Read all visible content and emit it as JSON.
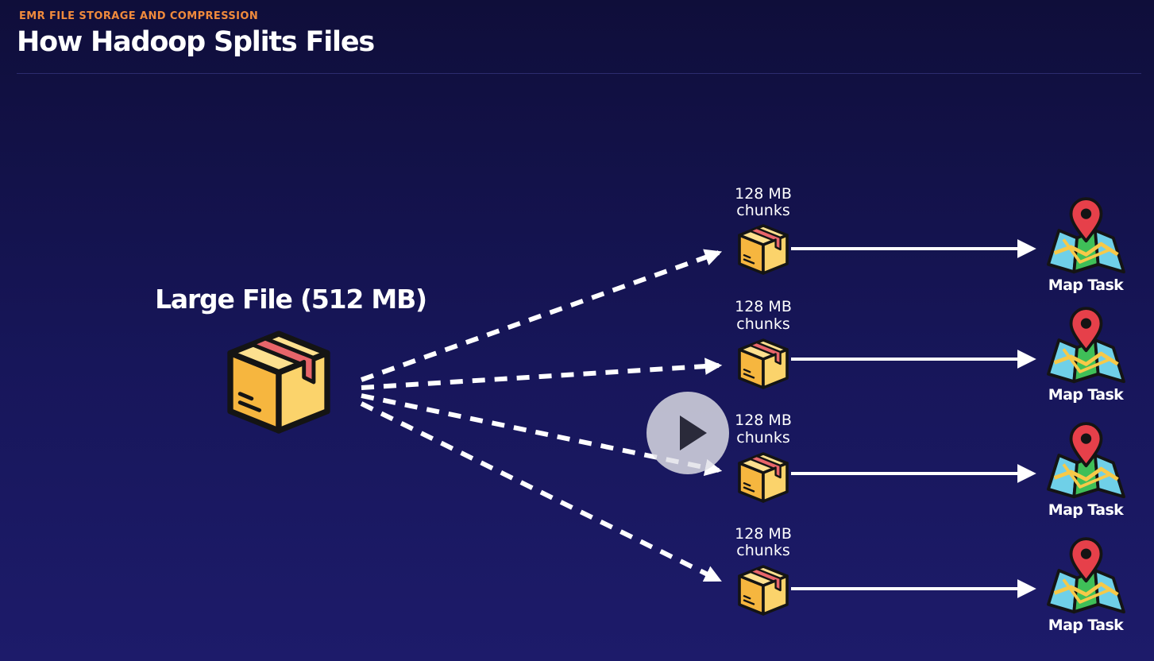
{
  "header": {
    "eyebrow": "EMR FILE STORAGE AND COMPRESSION",
    "title": "How Hadoop Splits Files"
  },
  "source": {
    "label": "Large File (512 MB)",
    "icon": "package-box-icon"
  },
  "chunks": [
    {
      "line1": "128 MB",
      "line2": "chunks",
      "icon": "package-box-icon",
      "task_label": "Map Task",
      "task_icon": "map-pin-icon"
    },
    {
      "line1": "128 MB",
      "line2": "chunks",
      "icon": "package-box-icon",
      "task_label": "Map Task",
      "task_icon": "map-pin-icon"
    },
    {
      "line1": "128 MB",
      "line2": "chunks",
      "icon": "package-box-icon",
      "task_label": "Map Task",
      "task_icon": "map-pin-icon"
    },
    {
      "line1": "128 MB",
      "line2": "chunks",
      "icon": "package-box-icon",
      "task_label": "Map Task",
      "task_icon": "map-pin-icon"
    }
  ],
  "player": {
    "icon": "play-icon"
  },
  "colors": {
    "background": "#17165a",
    "eyebrow": "#f08a3c",
    "box": "#f9c65c",
    "tape": "#e8656a",
    "pin": "#e6404a",
    "map_green": "#3fbf58",
    "map_blue": "#6fd0e8",
    "map_yellow": "#f7c948"
  }
}
